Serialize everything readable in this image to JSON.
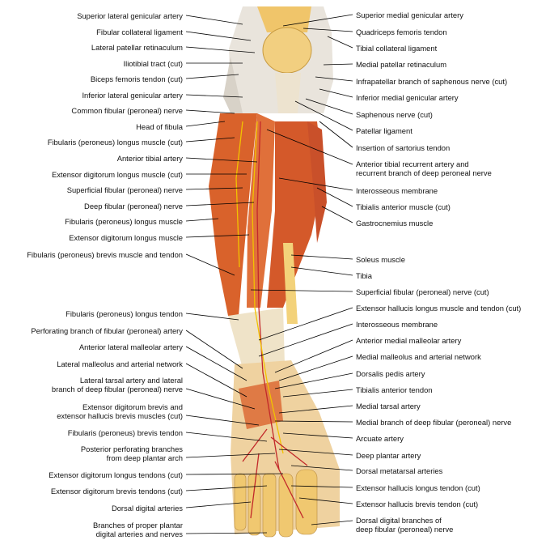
{
  "colors": {
    "muscle": "#d9622b",
    "tendon": "#efe3c8",
    "bone": "#f3d27a",
    "artery": "#c2282a",
    "nerve": "#f2c200"
  },
  "left_labels": [
    "Superior lateral genicular artery",
    "Fibular collateral ligament",
    "Lateral patellar retinaculum",
    "Iliotibial tract (cut)",
    "Biceps femoris tendon (cut)",
    "Inferior lateral genicular artery",
    "Common fibular (peroneal) nerve",
    "Head of fibula",
    "Fibularis (peroneus) longus muscle (cut)",
    "Anterior tibial artery",
    "Extensor digitorum longus muscle (cut)",
    "Superficial fibular (peroneal) nerve",
    "Deep fibular (peroneal) nerve",
    "Fibularis (peroneus) longus muscle",
    "Extensor digitorum longus muscle",
    "Fibularis (peroneus) brevis muscle and tendon",
    "Fibularis (peroneus) longus tendon",
    "Perforating branch of fibular (peroneal) artery",
    "Anterior lateral malleolar artery",
    "Lateral malleolus and arterial network",
    "Lateral tarsal artery and lateral\nbranch of deep fibular (peroneal) nerve",
    "Extensor digitorum brevis and\nextensor hallucis brevis muscles (cut)",
    "Fibularis (peroneus) brevis tendon",
    "Posterior perforating branches\nfrom deep plantar arch",
    "Extensor digitorum longus tendons (cut)",
    "Extensor digitorum brevis tendons (cut)",
    "Dorsal digital arteries",
    "Branches of proper plantar\ndigital arteries and nerves"
  ],
  "right_labels": [
    "Superior medial genicular artery",
    "Quadriceps femoris tendon",
    "Tibial collateral ligament",
    "Medial patellar retinaculum",
    "Infrapatellar branch of saphenous nerve (cut)",
    "Inferior medial genicular artery",
    "Saphenous nerve (cut)",
    "Patellar ligament",
    "Insertion of sartorius tendon",
    "Anterior tibial recurrent artery and\nrecurrent branch of deep peroneal nerve",
    "Interosseous membrane",
    "Tibialis anterior muscle (cut)",
    "Gastrocnemius muscle",
    "Soleus muscle",
    "Tibia",
    "Superficial fibular (peroneal) nerve (cut)",
    "Extensor hallucis longus muscle and tendon (cut)",
    "Interosseous membrane",
    "Anterior medial malleolar artery",
    "Medial malleolus and arterial network",
    "Dorsalis pedis artery",
    "Tibialis anterior tendon",
    "Medial tarsal artery",
    "Medial branch of deep fibular (peroneal) nerve",
    "Arcuate artery",
    "Deep plantar artery",
    "Dorsal metatarsal arteries",
    "Extensor hallucis longus tendon (cut)",
    "Extensor hallucis brevis tendon (cut)",
    "Dorsal digital branches of\ndeep fibular (peroneal) nerve"
  ]
}
